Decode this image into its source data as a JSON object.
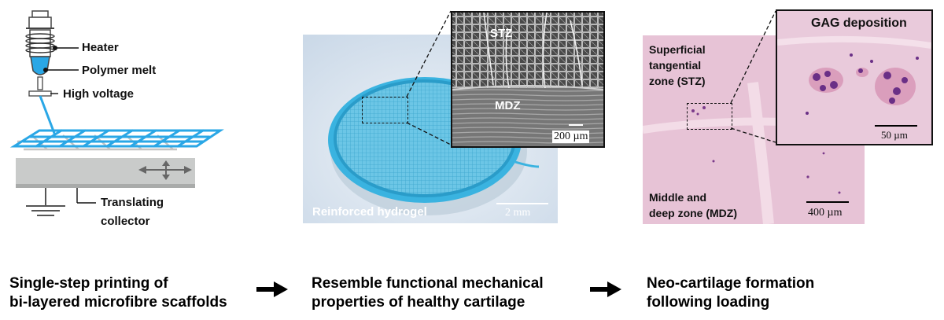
{
  "panel1": {
    "labels": {
      "heater": "Heater",
      "polymer_melt": "Polymer melt",
      "high_voltage": "High voltage",
      "translating_collector_1": "Translating",
      "translating_collector_2": "collector"
    },
    "caption_1": "Single-step printing of",
    "caption_2": "bi-layered microfibre scaffolds"
  },
  "panel2": {
    "photo_label": "Reinforced hydrogel",
    "scale_photo": "2 mm",
    "sem_top_label": "STZ",
    "sem_bottom_label": "MDZ",
    "scale_sem": "200 µm",
    "caption_1": "Resemble functional mechanical",
    "caption_2": "properties of healthy cartilage"
  },
  "panel3": {
    "stz_1": "Superficial",
    "stz_2": "tangential",
    "stz_3": "zone (STZ)",
    "mdz_1": "Middle and",
    "mdz_2": "deep zone (MDZ)",
    "scale_histo": "400 µm",
    "inset_title": "GAG deposition",
    "scale_inset": "50 µm",
    "caption_1": "Neo-cartilage formation",
    "caption_2": "following loading"
  },
  "colors": {
    "fibre_blue": "#2aa7e6",
    "hydrogel_blue": "#5bbfe0",
    "histo_pink": "#e6bfd3",
    "collector_grey": "#c9cbca"
  }
}
